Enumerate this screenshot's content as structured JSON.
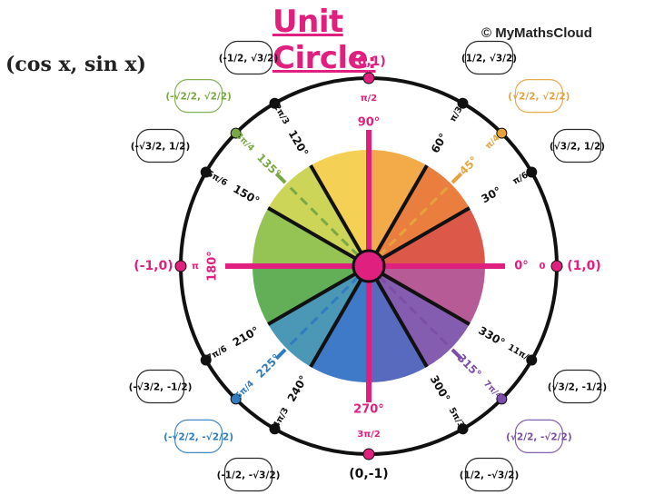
{
  "title": "Unit Circle",
  "title_colon": ":",
  "credit": "© MyMathsCloud",
  "subtitle": "(cos x, sin x)",
  "colors": {
    "magenta": "#e0207e",
    "black": "#111111",
    "green_q2": "#7aa844",
    "orange_q1": "#e6a23c",
    "blue_q3": "#2f7dc0",
    "purple_q4": "#7b4ea8"
  },
  "axis_points": [
    {
      "deg": "0°",
      "rad": "0",
      "coord": "(1,0)"
    },
    {
      "deg": "90°",
      "rad": "π/2",
      "coord": "(0,1)"
    },
    {
      "deg": "180°",
      "rad": "π",
      "coord": "(-1,0)"
    },
    {
      "deg": "270°",
      "rad": "3π/2",
      "coord": "(0,-1)"
    }
  ],
  "angles": [
    {
      "deg": "30°",
      "rad": "π/6",
      "x": "√3/2",
      "y": "1/2",
      "group": "thirty"
    },
    {
      "deg": "45°",
      "rad": "π/4",
      "x": "√2/2",
      "y": "√2/2",
      "group": "fortyfive"
    },
    {
      "deg": "60°",
      "rad": "π/3",
      "x": "1/2",
      "y": "√3/2",
      "group": "sixty"
    },
    {
      "deg": "120°",
      "rad": "2π/3",
      "x": "-1/2",
      "y": "√3/2",
      "group": "sixty"
    },
    {
      "deg": "135°",
      "rad": "3π/4",
      "x": "-√2/2",
      "y": "√2/2",
      "group": "fortyfive"
    },
    {
      "deg": "150°",
      "rad": "5π/6",
      "x": "-√3/2",
      "y": "1/2",
      "group": "thirty"
    },
    {
      "deg": "210°",
      "rad": "7π/6",
      "x": "-√3/2",
      "y": "-1/2",
      "group": "thirty"
    },
    {
      "deg": "225°",
      "rad": "5π/4",
      "x": "-√2/2",
      "y": "-√2/2",
      "group": "fortyfive"
    },
    {
      "deg": "240°",
      "rad": "4π/3",
      "x": "-1/2",
      "y": "-√3/2",
      "group": "sixty"
    },
    {
      "deg": "300°",
      "rad": "5π/3",
      "x": "1/2",
      "y": "-√3/2",
      "group": "sixty"
    },
    {
      "deg": "315°",
      "rad": "7π/4",
      "x": "√2/2",
      "y": "-√2/2",
      "group": "fortyfive"
    },
    {
      "deg": "330°",
      "rad": "11π/6",
      "x": "√3/2",
      "y": "-1/2",
      "group": "thirty"
    }
  ]
}
